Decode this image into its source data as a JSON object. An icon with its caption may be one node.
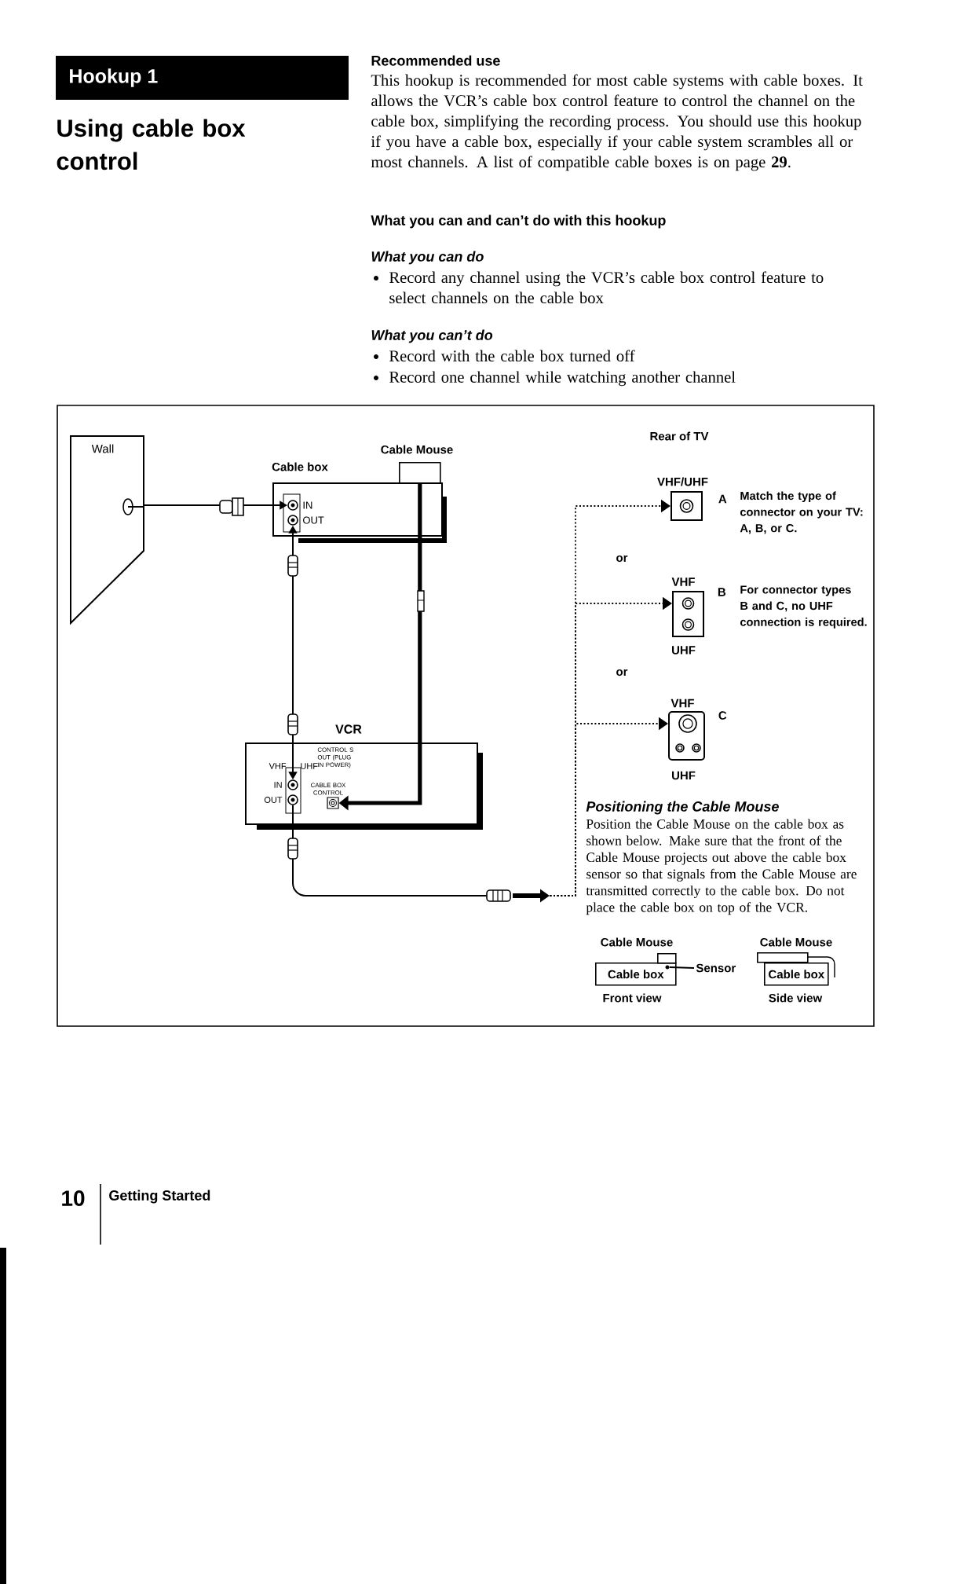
{
  "diagram": {
    "title": "Using cable box control",
    "nodes": [
      {
        "text": [
          "Wall"
        ]
      },
      {
        "text": [
          "Cable box"
        ]
      },
      {
        "text": [
          "IN"
        ],
        "in": 1
      },
      {
        "text": [
          "OUT"
        ],
        "in": 1
      },
      {
        "text": [
          "Cable Mouse"
        ]
      },
      {
        "text": [
          "VCR"
        ]
      },
      {
        "text": [
          "IN"
        ],
        "in": 5
      },
      {
        "text": [
          "OUT"
        ],
        "in": 5
      },
      {
        "text": [
          "CABLE BOX CONTROL"
        ],
        "in": 5
      },
      {
        "text": [],
        "shape": "plug"
      },
      {
        "text": [
          "VHF/UHF"
        ],
        "beside": [
          "A"
        ]
      },
      {
        "text": [
          "VHF",
          "UHF"
        ],
        "beside": [
          "B"
        ]
      },
      {
        "text": [
          "VHF",
          "UHF"
        ],
        "beside": [
          "C"
        ]
      },
      {
        "text": [
          "Cable Mouse"
        ]
      },
      {
        "text": [
          "Cable box"
        ]
      },
      {
        "text": [],
        "shape": "circle",
        "in": 14
      },
      {
        "text": [
          "Sensor"
        ]
      },
      {
        "text": [
          "Cable Mouse"
        ]
      },
      {
        "text": [
          "Cable box"
        ]
      }
    ],
    "edges": [
      {
        "from": 0,
        "to": 2,
        "arrow": "to"
      },
      {
        "from": 3,
        "to": 6,
        "arrow": "both"
      },
      {
        "from": 4,
        "to": 8,
        "arrow": "to",
        "style": "thick"
      },
      {
        "from": 7,
        "to": 9,
        "arrow": "none"
      },
      {
        "from": 9,
        "to": 10,
        "arrow": "to",
        "style": "dashed"
      },
      {
        "from": 9,
        "to": 11,
        "arrow": "to",
        "style": "dashed"
      },
      {
        "from": 9,
        "to": 12,
        "arrow": "to",
        "style": "dashed"
      },
      {
        "from": 16,
        "to": 15,
        "arrow": "none"
      }
    ],
    "labels": [
      "Hookup 1",
      "Recommended use",
      "This hookup is recommended for most cable systems with cable boxes. It allows the VCR’s cable box control feature to control the channel on the cable box, simplifying the recording process. You should use this hookup if you have a cable box, especially if your cable system scrambles all or most channels. A list of compatible cable boxes is on page **29**.",
      "What you can and can’t do with this hookup",
      "What you can do",
      "Record any channel using the VCR’s cable box control feature to select channels on the cable box",
      "What you can’t do",
      "Record with the cable box turned off",
      "Record one channel while watching another channel",
      "VHF",
      "UHF",
      "CONTROL S OUT (PLUG IN POWER)",
      "Rear of TV",
      "Match the type of connector on your TV: A, B, or C.",
      "or",
      "For connector types B and C, no UHF connection is required.",
      "or",
      "Positioning the Cable Mouse",
      "Position the Cable Mouse on the cable box as shown below. Make sure that the front of the Cable Mouse projects out above the cable box sensor so that signals from the Cable Mouse are transmitted correctly to the cable box. Do not place the cable box on top of the VCR.",
      "Front view",
      "Side view",
      "10",
      "Getting Started"
    ]
  }
}
